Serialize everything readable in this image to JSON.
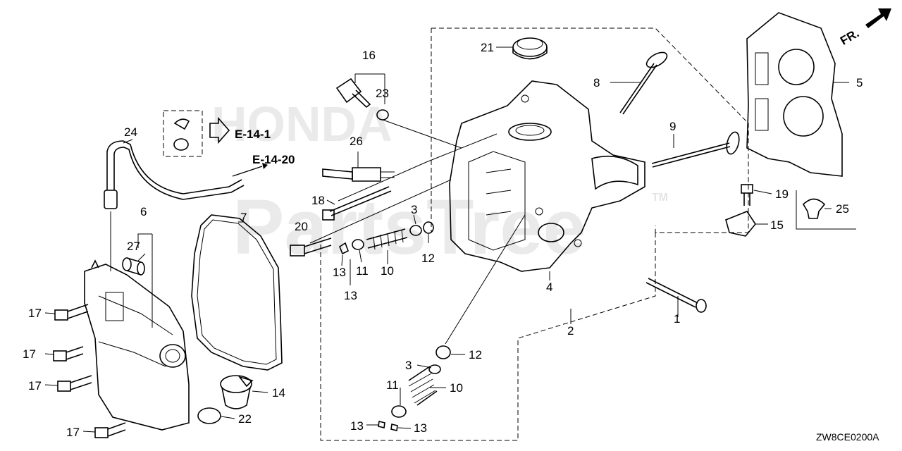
{
  "watermark": {
    "brand": "HONDA",
    "site": "PartsTree",
    "tm": "TM"
  },
  "references": {
    "ref1": "E-14-1",
    "ref2": "E-14-20"
  },
  "direction": {
    "label": "FR."
  },
  "drawing_code": "ZW8CE0200A",
  "callouts": {
    "c1": "1",
    "c2": "2",
    "c3a": "3",
    "c3b": "3",
    "c4": "4",
    "c5": "5",
    "c6": "6",
    "c7": "7",
    "c8": "8",
    "c9": "9",
    "c10a": "10",
    "c10b": "10",
    "c11a": "11",
    "c11b": "11",
    "c12a": "12",
    "c12b": "12",
    "c13a": "13",
    "c13b": "13",
    "c13c": "13",
    "c13d": "13",
    "c14": "14",
    "c15": "15",
    "c16": "16",
    "c17a": "17",
    "c17b": "17",
    "c17c": "17",
    "c17d": "17",
    "c18": "18",
    "c19": "19",
    "c20": "20",
    "c21": "21",
    "c22": "22",
    "c23": "23",
    "c24": "24",
    "c25": "25",
    "c26": "26",
    "c27": "27"
  }
}
